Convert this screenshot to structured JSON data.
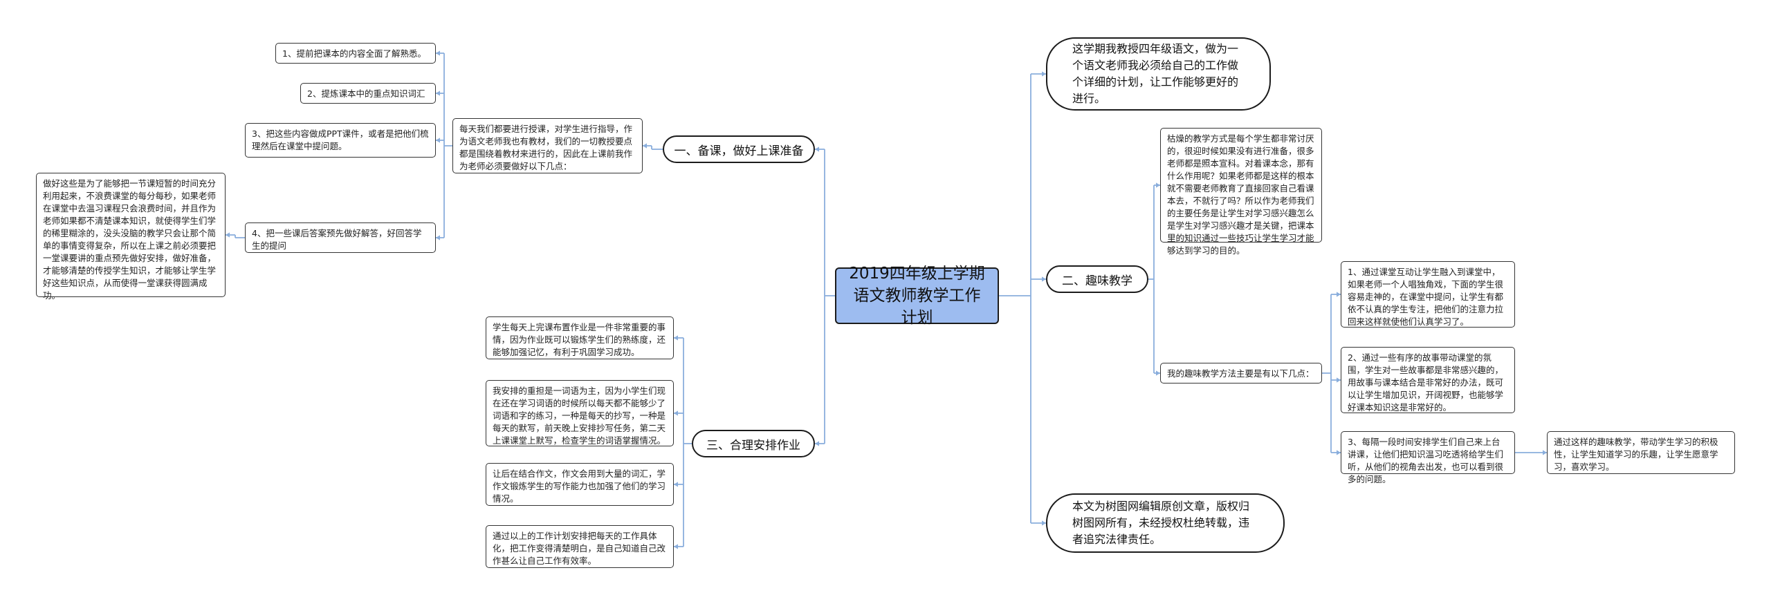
{
  "root": {
    "title": "2019四年级上学期语文教师教学工作计划"
  },
  "branch1": {
    "label": "一、备课，做好上课准备",
    "intro": "每天我们都要进行授课，对学生进行指导，作为语文老师我也有教材，我们的一切教授要点都是围绕着教材来进行的，因此在上课前我作为老师必须要做好以下几点：",
    "items": [
      "1、提前把课本的内容全面了解熟悉。",
      "2、提炼课本中的重点知识词汇",
      "3、把这些内容做成PPT课件，或者是把他们梳理然后在课堂中提问题。",
      "4、把一些课后答案预先做好解答，好回答学生的提问"
    ],
    "note": "做好这些是为了能够把一节课短暂的时间充分利用起来，不浪费课堂的每分每秒，如果老师在课堂中去温习课程只会浪费时间，并且作为老师如果都不清楚课本知识，就使得学生们学的稀里糊涂的，没头没脑的教学只会让那个简单的事情变得复杂，所以在上课之前必须要把一堂课要讲的重点预先做好安排，做好准备，才能够清楚的传授学生知识，才能够让学生学好这些知识点，从而使得一堂课获得圆满成功。"
  },
  "branch2": {
    "label": "二、趣味教学",
    "intro": "枯燥的教学方式是每个学生都非常讨厌的，很迎时候如果没有进行准备，很多老师都是照本宣科。对着课本念，那有什么作用呢？如果老师都是这样的根本就不需要老师教育了直接回家自己看课本去，不就行了吗？所以作为老师我们的主要任务是让学生对学习感兴趣怎么是学生对学习感兴趣才是关键，把课本里的知识通过一些技巧让学生学习才能够达到学习的目的。",
    "methods_label": "我的趣味教学方法主要是有以下几点：",
    "methods": [
      "1、通过课堂互动让学生融入到课堂中，如果老师一个人唱独角戏，下面的学生很容易走神的，在课堂中提问，让学生有都依不认真的学生专注，把他们的注意力拉回来这样就使他们认真学习了。",
      "2、通过一些有序的故事带动课堂的氛围，学生对一些故事都是非常感兴趣的，用故事与课本结合是非常好的办法，既可以让学生增加见识，开阔视野，也能够学好课本知识这是非常好的。",
      "3、每隔一段时间安排学生们自己来上台讲课，让他们把知识温习吃透将给学生们听，从他们的视角去出发，也可以看到很多的问题。"
    ],
    "effect": "通过这样的趣味教学，带动学生学习的积极性，让学生知道学习的乐趣，让学生愿意学习，喜欢学习。"
  },
  "branch3": {
    "label": "三、合理安排作业",
    "items": [
      "学生每天上完课布置作业是一件非常重要的事情，因为作业既可以锻炼学生们的熟练度，还能够加强记忆，有利于巩固学习成功。",
      "我安排的重担是一词语为主，因为小学生们现在还在学习词语的时候所以每天都不能够少了词语和字的练习，一种是每天的抄写，一种是每天的默写，前天晚上安排抄写任务，第二天上课课堂上默写，检查学生的词语掌握情况。",
      "让后在结合作文，作文会用到大量的词汇，学作文锻炼学生的写作能力也加强了他们的学习情况。",
      "通过以上的工作计划安排把每天的工作具体化，把工作变得清楚明白，是自己知道自己改作甚么让自己工作有效率。"
    ]
  },
  "intro_oval": "这学期我教授四年级语文，做为一个语文老师我必须给自己的工作做个详细的计划，让工作能够更好的进行。",
  "copyright_oval": "本文为树图网编辑原创文章，版权归树图网所有，未经授权杜绝转载，违者追究法律责任。",
  "colors": {
    "root_fill": "#9dbcf0",
    "connector": "#8aaedc"
  }
}
